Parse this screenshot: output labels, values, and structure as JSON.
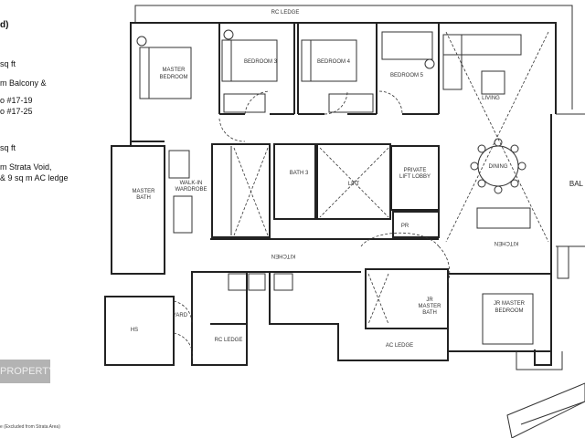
{
  "side_text": {
    "heading": "d)",
    "line1": "sq ft",
    "line2": "m Balcony &",
    "line3": "o #17-19",
    "line4": "o #17-25",
    "line5": "sq ft",
    "line6": "m Strata Void,",
    "line7": "& 9 sq m AC ledge"
  },
  "rooms": {
    "rc_ledge_top": "RC LEDGE",
    "master_bedroom_1": "MASTER",
    "master_bedroom_2": "BEDROOM",
    "bedroom3": "BEDROOM 3",
    "bedroom4": "BEDROOM 4",
    "bedroom5": "BEDROOM 5",
    "living": "LIVING",
    "dining": "DINING",
    "walkin_1": "WALK-IN",
    "walkin_2": "WARDROBE",
    "master_bath_1": "MASTER",
    "master_bath_2": "BATH",
    "bath3": "BATH 3",
    "lift": "LIFT",
    "lift_lobby_1": "PRIVATE",
    "lift_lobby_2": "LIFT LOBBY",
    "pr": "PR",
    "kitchen": "KITCHEN",
    "kitchen2": "KITCHEN",
    "hs": "HS",
    "yard": "YARD",
    "rc_ledge_bottom": "RC LEDGE",
    "ac_ledge": "AC LEDGE",
    "jr_bath_1": "JR",
    "jr_bath_2": "MASTER",
    "jr_bath_3": "BATH",
    "jr_bedroom_1": "JR MASTER",
    "jr_bedroom_2": "BEDROOM",
    "balcony": "BAL"
  },
  "watermark": "PROPERTY",
  "footnote": "e (Excluded from Strata Area)"
}
